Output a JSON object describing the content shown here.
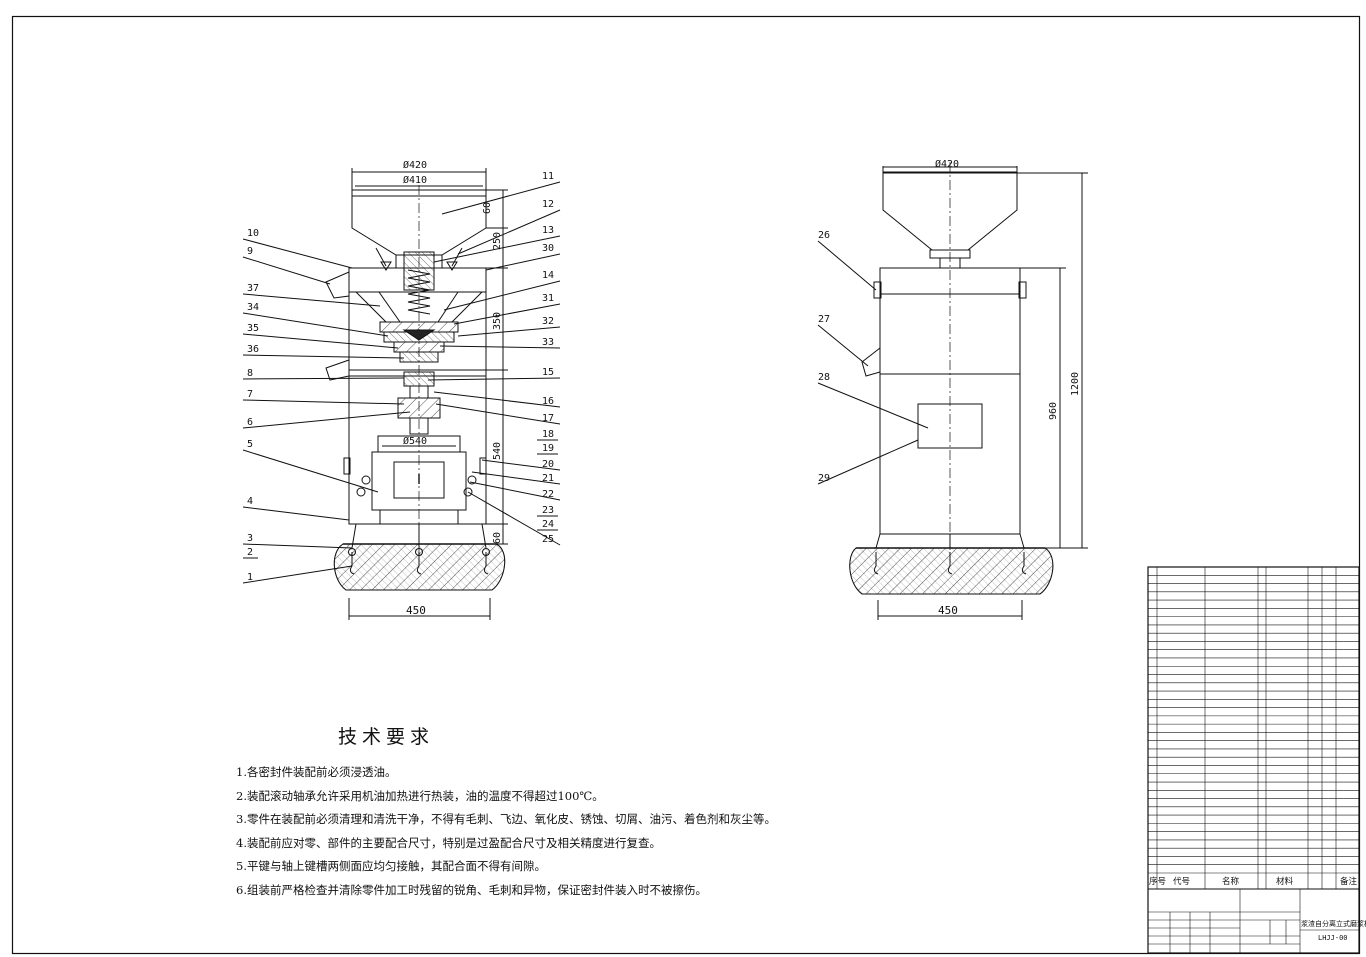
{
  "front_view": {
    "dim_top_outer": "Ø420",
    "dim_top_inner": "Ø410",
    "dim_motor": "Ø540",
    "dim_base_width": "450",
    "dim_vertical": [
      "60",
      "250",
      "350",
      "540",
      "60"
    ],
    "balloons_left": [
      "10",
      "9",
      "37",
      "34",
      "35",
      "36",
      "8",
      "7",
      "6",
      "5",
      "4",
      "3",
      "2",
      "1"
    ],
    "balloons_right": [
      "11",
      "12",
      "13",
      "30",
      "14",
      "31",
      "32",
      "33",
      "15",
      "16",
      "17",
      "18",
      "19",
      "20",
      "21",
      "22",
      "23",
      "24",
      "25"
    ]
  },
  "side_view": {
    "dim_top": "Ø420",
    "dim_base_width": "450",
    "dim_height_inner": "960",
    "dim_height_total": "1200",
    "balloons": [
      "26",
      "27",
      "28",
      "29"
    ]
  },
  "technical_requirements": {
    "title": "技术要求",
    "items": [
      "1.各密封件装配前必须浸透油。",
      "2.装配滚动轴承允许采用机油加热进行热装，油的温度不得超过100℃。",
      "3.零件在装配前必须清理和清洗干净，不得有毛刺、飞边、氧化皮、锈蚀、切屑、油污、着色剂和灰尘等。",
      "4.装配前应对零、部件的主要配合尺寸，特别是过盈配合尺寸及相关精度进行复查。",
      "5.平键与轴上键槽两侧面应均匀接触，其配合面不得有间隙。",
      "6.组装前严格检查并清除零件加工时残留的锐角、毛刺和异物，保证密封件装入时不被擦伤。"
    ]
  },
  "parts_table": {
    "header": {
      "index": "序号",
      "code": "代号",
      "name": "名称",
      "material": "材料",
      "note": "备注"
    }
  },
  "title_block": {
    "product_name": "浆渣自分离立式磨浆机",
    "drawing_number": "LHJJ-00"
  }
}
